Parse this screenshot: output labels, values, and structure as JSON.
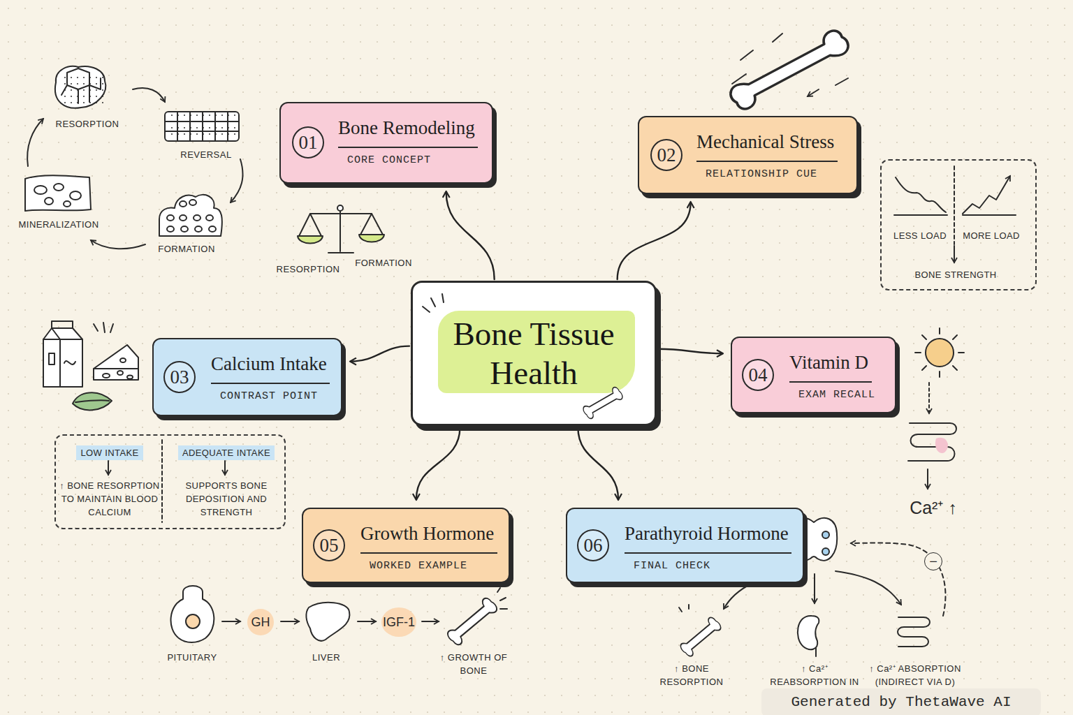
{
  "diagram": {
    "nodes": [
      {
        "text": [
          "Bone Tissue Health"
        ]
      },
      {
        "text": [
          "Bone Remodeling",
          "CORE CONCEPT"
        ]
      },
      {
        "text": [
          "01"
        ],
        "in": 1
      },
      {
        "text": [
          "Mechanical Stress",
          "RELATIONSHIP CUE"
        ]
      },
      {
        "text": [
          "02"
        ],
        "in": 3
      },
      {
        "text": [
          "LESS LOAD",
          "MORE LOAD",
          "BONE STRENGTH"
        ]
      },
      {
        "text": [
          "Calcium Intake",
          "CONTRAST POINT"
        ]
      },
      {
        "text": [
          "03"
        ],
        "in": 6
      },
      {
        "text": [
          "LOW INTAKE",
          "↑ BONE RESORPTION TO MAINTAIN BLOOD CALCIUM",
          "ADEQUATE INTAKE",
          "SUPPORTS BONE DEPOSITION AND STRENGTH"
        ]
      },
      {
        "text": [
          "Vitamin D",
          "EXAM RECALL"
        ]
      },
      {
        "text": [
          "04"
        ],
        "in": 9
      },
      {
        "text": [
          "Growth Hormone",
          "WORKED EXAMPLE"
        ]
      },
      {
        "text": [
          "05"
        ],
        "in": 11
      },
      {
        "text": [
          "Parathyroid Hormone",
          "FINAL CHECK"
        ]
      },
      {
        "text": [
          "06"
        ],
        "in": 13
      },
      {
        "text": [
          "GH"
        ]
      },
      {
        "text": [
          "IGF-1"
        ]
      },
      {
        "text": [
          "−"
        ]
      }
    ],
    "edges": [
      {
        "from": 0,
        "to": 1,
        "arrow": "to"
      },
      {
        "from": 0,
        "to": 3,
        "arrow": "to"
      },
      {
        "from": 0,
        "to": 6,
        "arrow": "to"
      },
      {
        "from": 0,
        "to": 9,
        "arrow": "to"
      },
      {
        "from": 0,
        "to": 11,
        "arrow": "to"
      },
      {
        "from": 0,
        "to": 13,
        "arrow": "to"
      }
    ],
    "labels": [
      "RESORPTION",
      "REVERSAL",
      "FORMATION",
      "MINERALIZATION",
      "RESORPTION",
      "FORMATION",
      "Ca²⁺ ↑",
      "PITUITARY",
      "LIVER",
      "↑ GROWTH OF BONE",
      "↑ BONE RESORPTION",
      "↑ Ca²⁺ REABSORPTION IN KIDNEY",
      "↑ Ca²⁺ ABSORPTION (INDIRECT VIA D)",
      "Generated by ThetaWave AI"
    ]
  }
}
